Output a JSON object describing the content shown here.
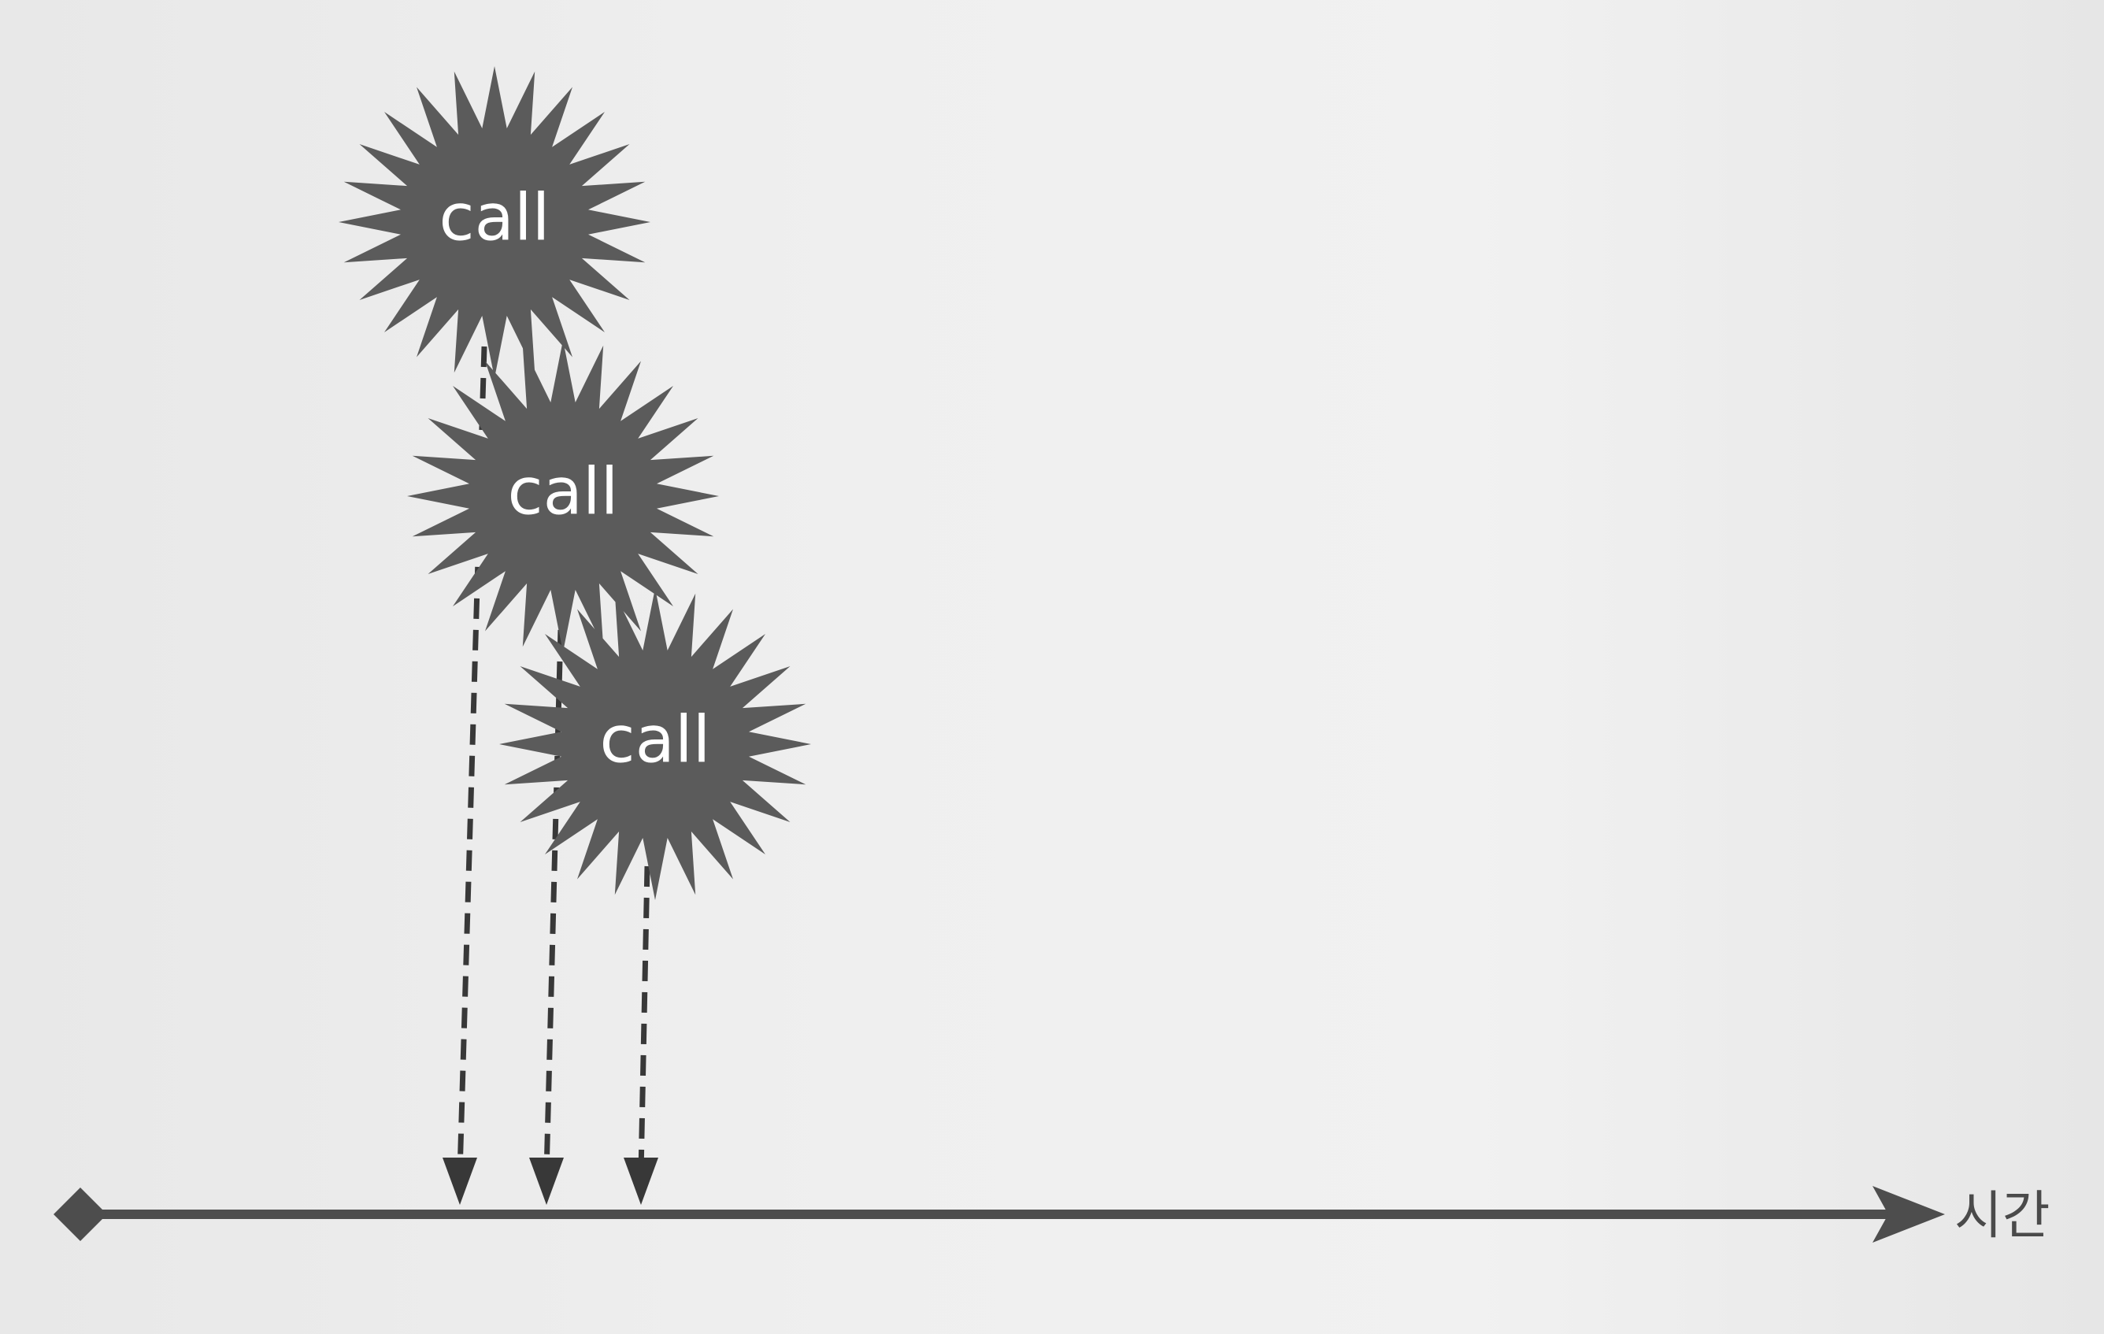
{
  "timeline": {
    "axis_label": "시간",
    "colors": {
      "burst": "#5b5b5b",
      "arrow": "#383838",
      "axis": "#4d4d4d",
      "label_text": "#ffffff"
    },
    "events": [
      {
        "label": "call"
      },
      {
        "label": "call"
      },
      {
        "label": "call"
      }
    ]
  }
}
